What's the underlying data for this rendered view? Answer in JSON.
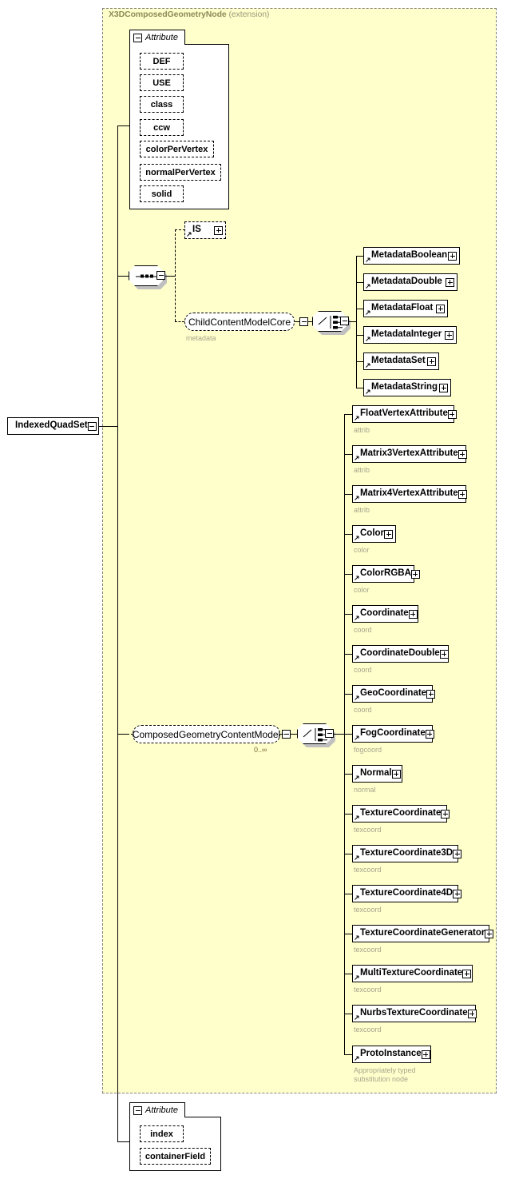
{
  "diagram": {
    "type": "xsd-schema-diagram",
    "root_element": {
      "name": "IndexedQuadSet",
      "expander": "minus"
    },
    "extension": {
      "title": "X3DComposedGeometryNode",
      "subtitle": "(extension)",
      "background_color": "#ffffcc",
      "border_color": "#808080"
    },
    "attribute_panel_top": {
      "tab_label": "Attribute",
      "expander": "minus",
      "items": [
        {
          "name": "DEF"
        },
        {
          "name": "USE"
        },
        {
          "name": "class"
        },
        {
          "name": "ccw"
        },
        {
          "name": "colorPerVertex"
        },
        {
          "name": "normalPerVertex"
        },
        {
          "name": "solid"
        }
      ]
    },
    "attribute_panel_bottom": {
      "tab_label": "Attribute",
      "expander": "minus",
      "items": [
        {
          "name": "index"
        },
        {
          "name": "containerField"
        }
      ]
    },
    "compositors": [
      {
        "id": "sequence-top",
        "kind": "sequence-icon",
        "expander": "minus"
      },
      {
        "id": "choice-metadata",
        "kind": "choice-icon",
        "expander": "minus"
      },
      {
        "id": "choice-geometry",
        "kind": "choice-icon",
        "expander": "minus"
      }
    ],
    "group_nodes": [
      {
        "id": "child-content-model-core",
        "label": "ChildContentModelCore",
        "caption": "metadata",
        "expander": "minus",
        "cardinality": ""
      },
      {
        "id": "composed-geometry-content-model",
        "label": "ComposedGeometryContentModel",
        "caption": "",
        "expander": "minus",
        "cardinality": "0..∞"
      }
    ],
    "is_node": {
      "name": "IS",
      "expander": "plus",
      "optional": true
    },
    "metadata_nodes": [
      {
        "name": "MetadataBoolean",
        "expander": "plus",
        "caption": ""
      },
      {
        "name": "MetadataDouble",
        "expander": "plus",
        "caption": ""
      },
      {
        "name": "MetadataFloat",
        "expander": "plus",
        "caption": ""
      },
      {
        "name": "MetadataInteger",
        "expander": "plus",
        "caption": ""
      },
      {
        "name": "MetadataSet",
        "expander": "plus",
        "caption": ""
      },
      {
        "name": "MetadataString",
        "expander": "plus",
        "caption": ""
      }
    ],
    "geometry_nodes": [
      {
        "name": "FloatVertexAttribute",
        "expander": "plus",
        "caption": "attrib"
      },
      {
        "name": "Matrix3VertexAttribute",
        "expander": "plus",
        "caption": "attrib"
      },
      {
        "name": "Matrix4VertexAttribute",
        "expander": "plus",
        "caption": "attrib"
      },
      {
        "name": "Color",
        "expander": "plus",
        "caption": "color"
      },
      {
        "name": "ColorRGBA",
        "expander": "plus",
        "caption": "color"
      },
      {
        "name": "Coordinate",
        "expander": "plus",
        "caption": "coord"
      },
      {
        "name": "CoordinateDouble",
        "expander": "plus",
        "caption": "coord"
      },
      {
        "name": "GeoCoordinate",
        "expander": "plus",
        "caption": "coord"
      },
      {
        "name": "FogCoordinate",
        "expander": "plus",
        "caption": "fogcoord"
      },
      {
        "name": "Normal",
        "expander": "plus",
        "caption": "normal"
      },
      {
        "name": "TextureCoordinate",
        "expander": "plus",
        "caption": "texcoord"
      },
      {
        "name": "TextureCoordinate3D",
        "expander": "plus",
        "caption": "texcoord"
      },
      {
        "name": "TextureCoordinate4D",
        "expander": "plus",
        "caption": "texcoord"
      },
      {
        "name": "TextureCoordinateGenerator",
        "expander": "plus",
        "caption": "texcoord"
      },
      {
        "name": "MultiTextureCoordinate",
        "expander": "plus",
        "caption": "texcoord"
      },
      {
        "name": "NurbsTextureCoordinate",
        "expander": "plus",
        "caption": "texcoord"
      },
      {
        "name": "ProtoInstance",
        "expander": "plus",
        "caption": "Appropriately typed\nsubstitution node"
      }
    ]
  }
}
